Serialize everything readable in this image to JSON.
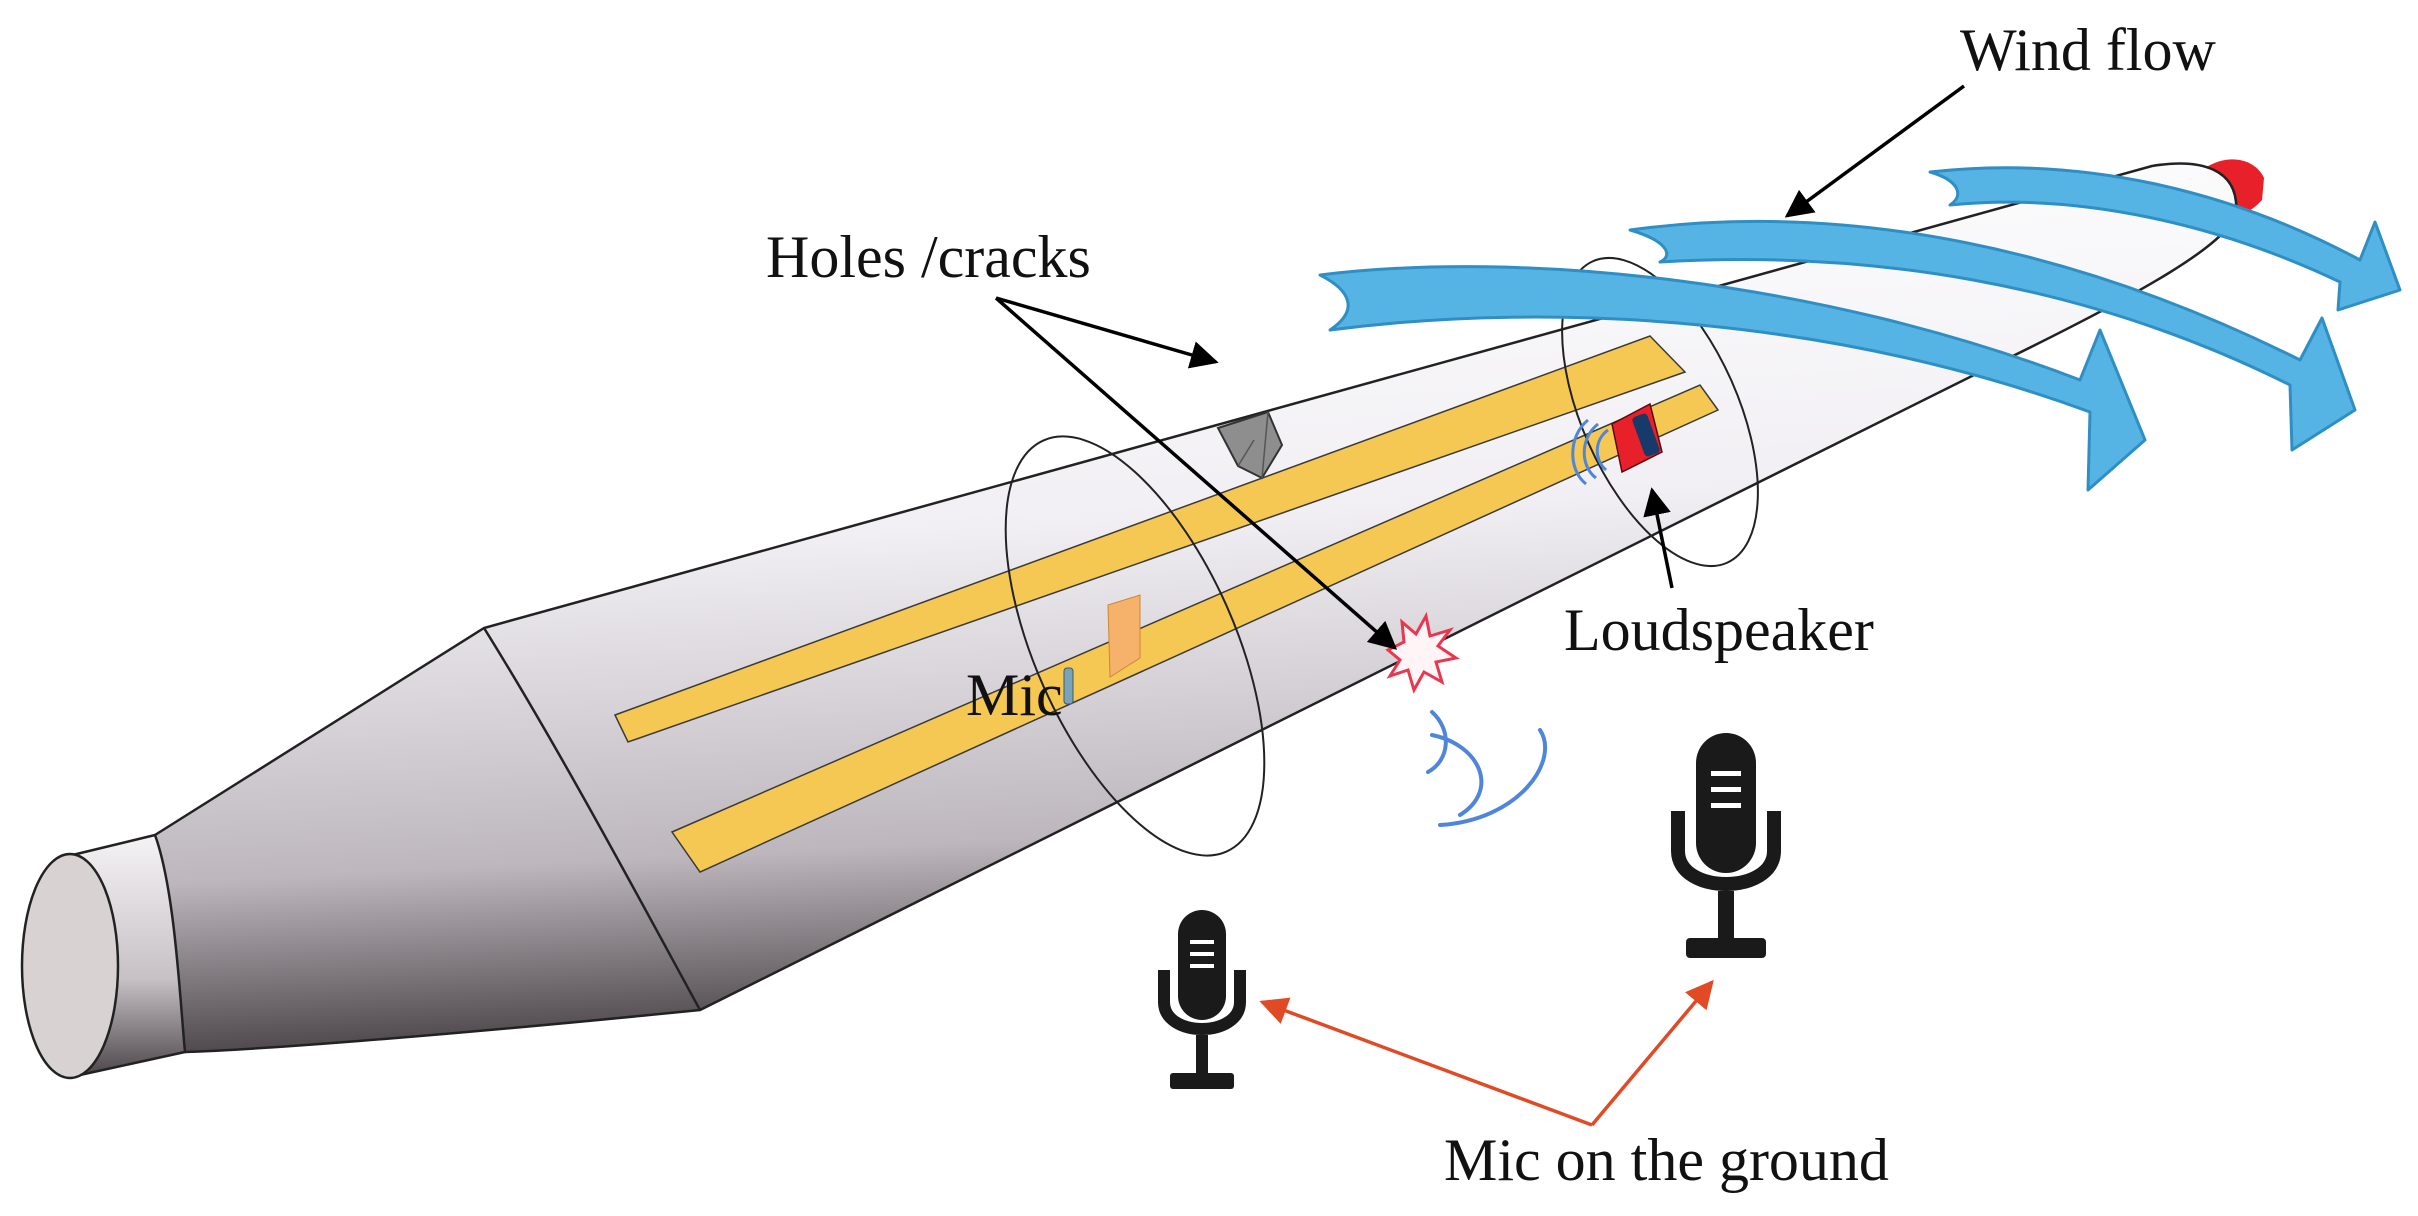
{
  "labels": {
    "wind_flow": "Wind flow",
    "holes_cracks": "Holes /cracks",
    "loudspeaker": "Loudspeaker",
    "mic": "Mic",
    "mic_on_ground": "Mic on the ground"
  },
  "icons": {
    "ground_mic": "microphone-icon",
    "sound_waves": "sound-wave-icon",
    "crack": "crack-burst-icon"
  },
  "colors": {
    "wind_arrow": "#55b4e3",
    "wind_arrow_stroke": "#2f8fc4",
    "spar": "#f5c853",
    "ground_mic_arrow": "#e04a24",
    "crack": "#e8374e",
    "sound_wave": "#4f86d9",
    "loudspeaker": "#e8202a",
    "mic_element": "#7aa3b8",
    "shear_web": "#f6b26b",
    "blade_tip": "#e8202a"
  }
}
